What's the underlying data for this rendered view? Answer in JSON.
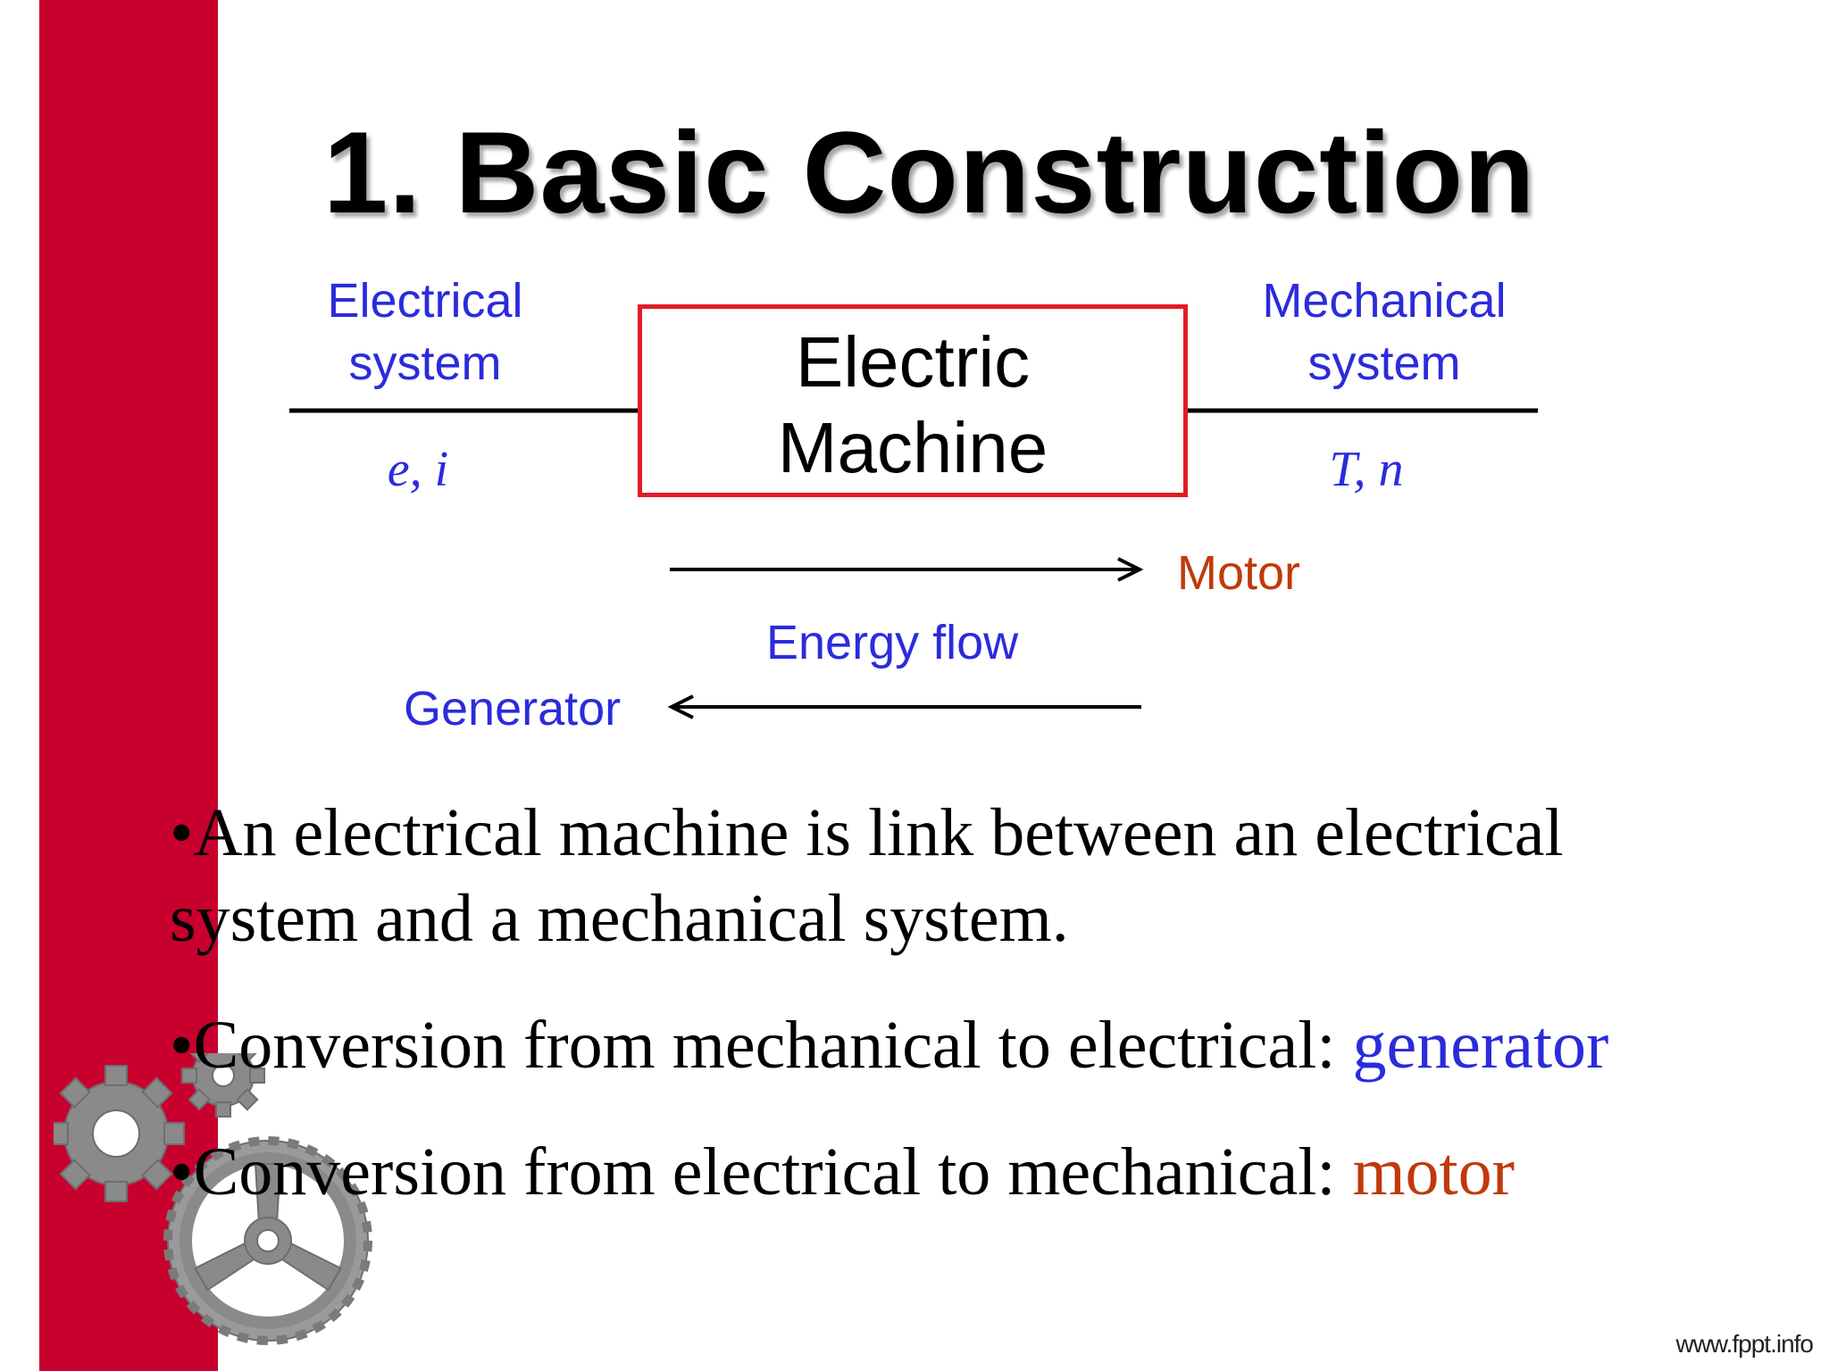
{
  "slide": {
    "title": "1.  Basic Construction",
    "footer": "www.fppt.info"
  },
  "diagram": {
    "electrical_line1": "Electrical",
    "electrical_line2": "system",
    "electrical_vars": "e, i",
    "machine_line1": "Electric",
    "machine_line2": "Machine",
    "mechanical_line1": "Mechanical",
    "mechanical_line2": "system",
    "mechanical_vars": "T, n",
    "motor_label": "Motor",
    "energy_flow_label": "Energy flow",
    "generator_label": "Generator"
  },
  "bullets": {
    "b1": "•An electrical machine is link between an electrical system and a mechanical system.",
    "b2_prefix": "•Conversion from mechanical to electrical: ",
    "b2_highlight": "generator",
    "b3_prefix": "•Conversion from electrical to mechanical: ",
    "b3_highlight": "motor"
  },
  "colors": {
    "sidebar_red": "#c8002d",
    "label_blue": "#2b2bdc",
    "motor_orange": "#c0390b",
    "box_red": "#e11c24"
  },
  "icons": [
    "gears-icon"
  ]
}
